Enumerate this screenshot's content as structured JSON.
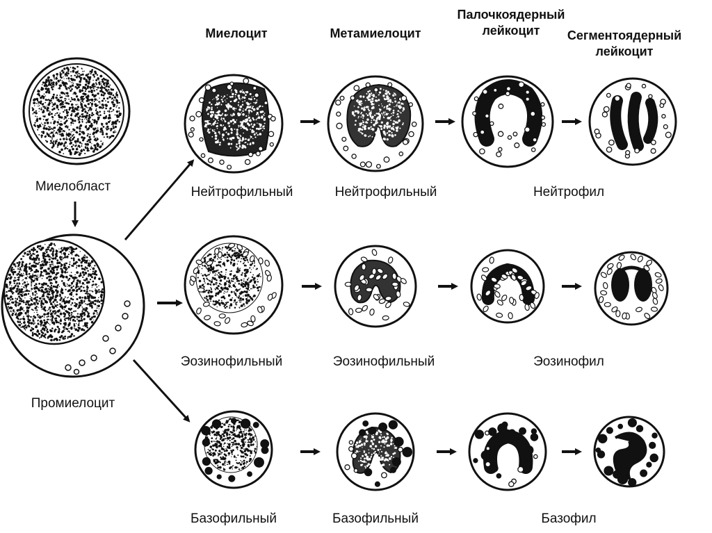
{
  "headers": {
    "myelocyte": "Миелоцит",
    "metamyelocyte": "Метамиелоцит",
    "band_line1": "Палочкоядерный",
    "band_line2": "лейкоцит",
    "segmented_line1": "Сегментоядерный",
    "segmented_line2": "лейкоцит"
  },
  "stem": {
    "myeloblast": "Миелобласт",
    "promyelocyte": "Промиелоцит"
  },
  "rows": {
    "neutrophil": {
      "myelocyte": "Нейтрофильный",
      "metamyelocyte": "Нейтрофильный",
      "mature": "Нейтрофил"
    },
    "eosinophil": {
      "myelocyte": "Эозинофильный",
      "metamyelocyte": "Эозинофильный",
      "mature": "Эозинофил"
    },
    "basophil": {
      "myelocyte": "Базофильный",
      "metamyelocyte": "Базофильный",
      "mature": "Базофил"
    }
  }
}
